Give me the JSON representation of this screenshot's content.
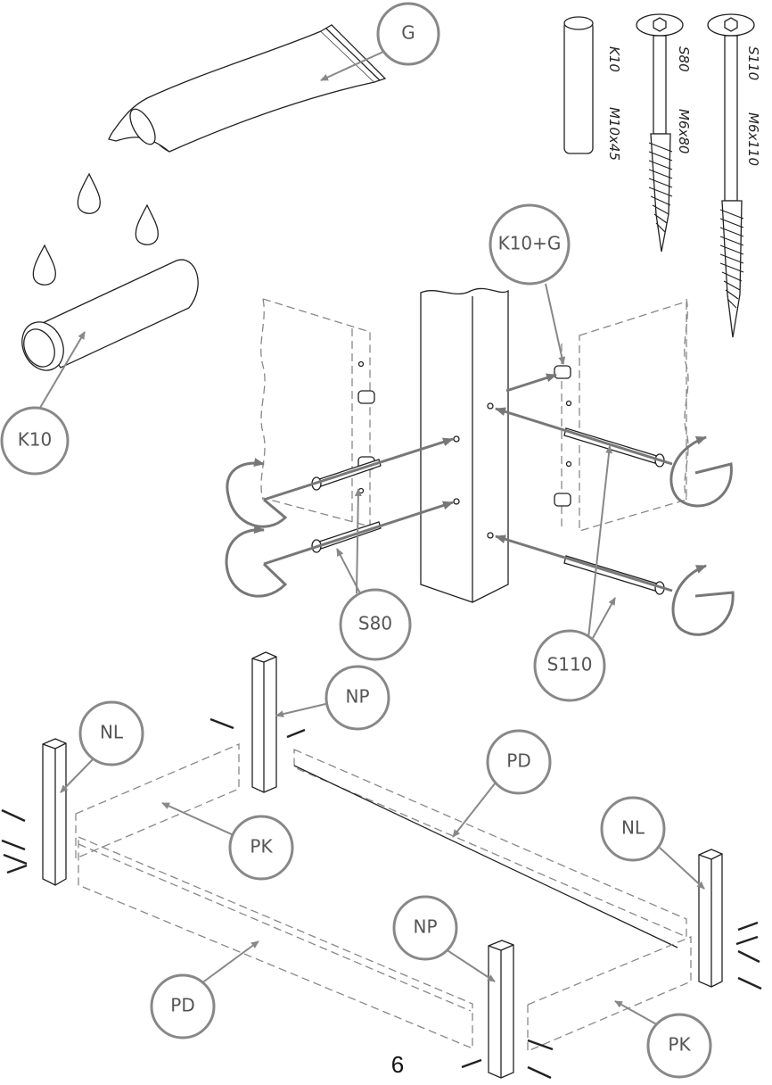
{
  "callouts": {
    "g": "G",
    "k10": "K10",
    "k10g": "K10+G",
    "s80": "S80",
    "s110": "S110",
    "np_top": "NP",
    "nl_left": "NL",
    "pd_top": "PD",
    "nl_right": "NL",
    "pk_left": "PK",
    "np_bottom": "NP",
    "pd_bottom": "PD",
    "pk_right": "PK"
  },
  "parts": {
    "dowel": {
      "code": "K10",
      "size": "M10x45"
    },
    "screw_short": {
      "code": "S80",
      "size": "M6x80"
    },
    "screw_long": {
      "code": "S110",
      "size": "M6x110"
    }
  },
  "page_number": "6",
  "colors": {
    "callout_stroke": "#888888",
    "line": "#222222",
    "callout_text": "#555555"
  }
}
